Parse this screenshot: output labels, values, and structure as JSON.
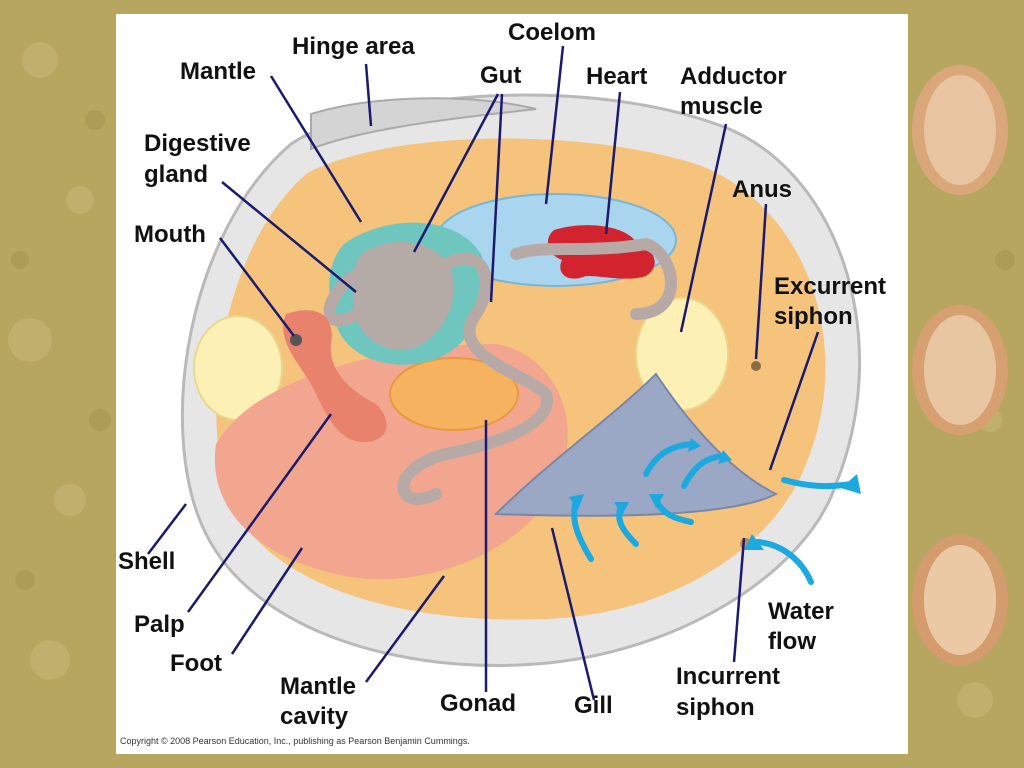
{
  "labels": {
    "coelom": "Coelom",
    "hinge_area": "Hinge area",
    "mantle": "Mantle",
    "gut": "Gut",
    "heart": "Heart",
    "adductor_line1": "Adductor",
    "adductor_line2": "muscle",
    "digestive_line1": "Digestive",
    "digestive_line2": "gland",
    "anus": "Anus",
    "mouth": "Mouth",
    "excurrent_line1": "Excurrent",
    "excurrent_line2": "siphon",
    "shell": "Shell",
    "water_line1": "Water",
    "water_line2": "flow",
    "palp": "Palp",
    "foot": "Foot",
    "incurrent_line1": "Incurrent",
    "incurrent_line2": "siphon",
    "mantle_cavity_line1": "Mantle",
    "mantle_cavity_line2": "cavity",
    "gonad": "Gonad",
    "gill": "Gill"
  },
  "copyright": "Copyright © 2008 Pearson Education, Inc., publishing as Pearson Benjamin Cummings.",
  "colors": {
    "background": "#b9a862",
    "panel": "#ffffff",
    "leader_line": "#1a1a6e",
    "water_arrow": "#1ba9e0",
    "mantle": "#f7c67c",
    "coelom": "#a9d6ee",
    "heart": "#d3232f",
    "digestive_gland": "#6ec6bf",
    "foot": "#f2a68f",
    "gonad": "#f7b25f",
    "gill": "#9aa8c6",
    "adductor": "#fdf0b5",
    "gut": "#b7aaa6",
    "shell": "#e3e3e3"
  }
}
